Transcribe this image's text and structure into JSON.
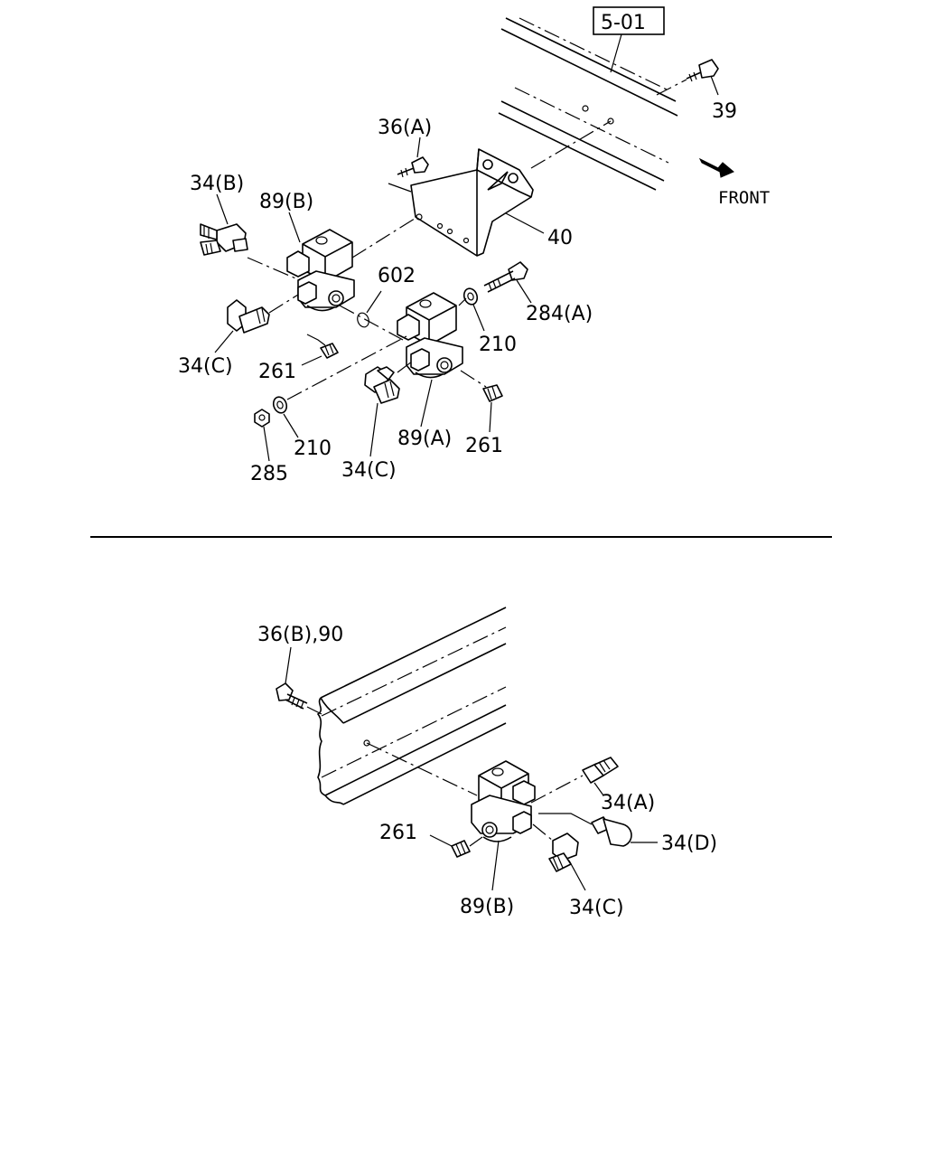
{
  "reference_box": "5-01",
  "direction_label": "FRONT",
  "upper_labels": {
    "bolt_39": "39",
    "bolt_36a": "36(A)",
    "bracket_40": "40",
    "fitting_34b": "34(B)",
    "valve_89b": "89(B)",
    "oring_602": "602",
    "bolt_284a": "284(A)",
    "washer_210_right": "210",
    "fitting_34c_left": "34(C)",
    "plug_261_left": "261",
    "washer_210_bottom": "210",
    "nut_285": "285",
    "fitting_34c_mid": "34(C)",
    "valve_89a": "89(A)",
    "plug_261_right": "261"
  },
  "lower_labels": {
    "bolt_36b_90": "36(B),90",
    "fitting_34a": "34(A)",
    "cap_34d": "34(D)",
    "plug_261": "261",
    "valve_89b": "89(B)",
    "fitting_34c": "34(C)"
  }
}
